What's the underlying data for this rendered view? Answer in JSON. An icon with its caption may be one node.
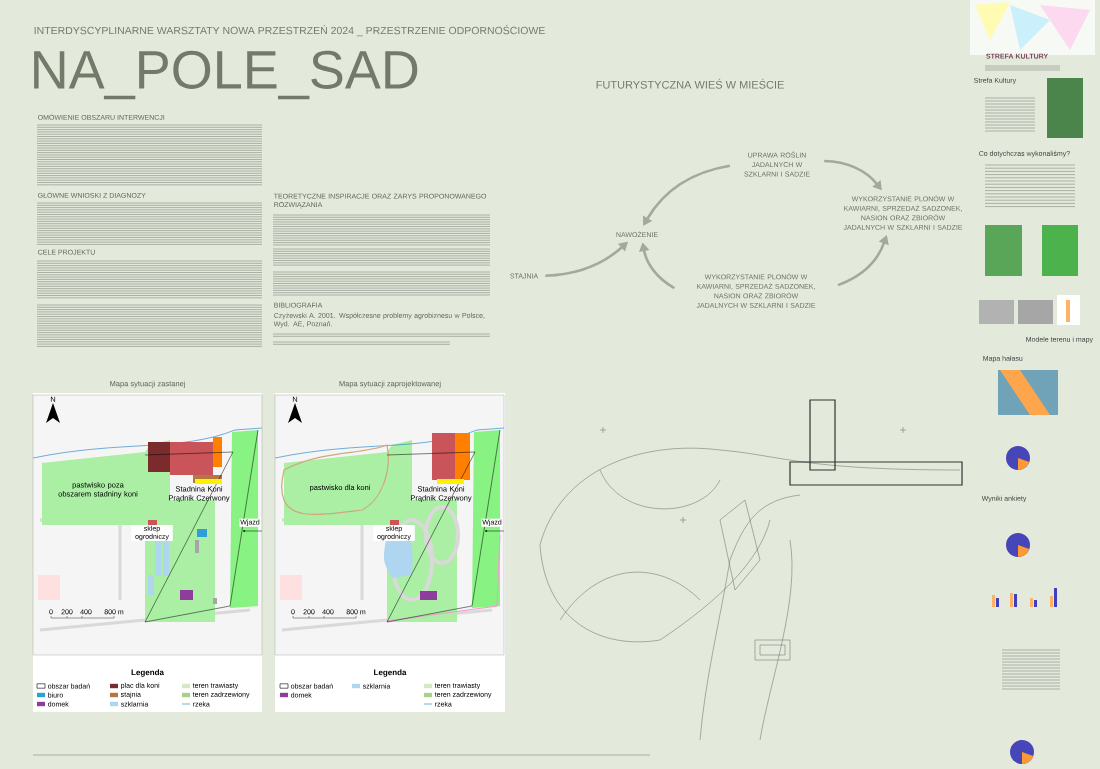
{
  "diagram": {
    "title": "NA_POLE_SAD",
    "nodes": [
      {
        "text": [
          "UPRAWA ROŚLIN JADALNYCH W SZKLARNI I SADZIE"
        ]
      },
      {
        "text": [
          "WYKORZYSTANIE PLONÓW W KAWIARNI, SPRZEDAŻ SADZONEK, NASION ORAZ ZBIORÓW JADALNYCH W SZKLARNI I SADZIE"
        ]
      },
      {
        "text": [
          "NAWOŻENIE"
        ]
      },
      {
        "text": [
          "STAJNIA"
        ]
      },
      {
        "text": [
          "WYKORZYSTANIE PLONÓW W KAWIARNI, SPRZEDAŻ SADZONEK, NASION ORAZ ZBIORÓW JADALNYCH W SZKLARNI I SADZIE"
        ]
      }
    ],
    "edges": [
      {
        "from": 0,
        "to": 2,
        "arrow": "to"
      },
      {
        "from": 0,
        "to": 1,
        "arrow": "to"
      },
      {
        "from": 3,
        "to": 2,
        "arrow": "to"
      },
      {
        "from": 4,
        "to": 2,
        "arrow": "to"
      },
      {
        "from": 4,
        "to": 1,
        "arrow": "to"
      }
    ],
    "labels": [
      "INTERDYSCYPLINARNE WARSZTATY NOWA PRZESTRZEŃ 2024 _ PRZESTRZENIE ODPORNOŚCIOWE",
      "OMÓWIENIE OBSZARU INTERWENCJI",
      "GŁÓWNE WNIOSKI Z DIAGNOZY",
      "CELE PROJEKTU",
      "TEORETYCZNE INSPIRACJE ORAZ ZARYS PROPONOWANEGO ROZWIĄZANIA",
      "BIBLIOGRAFIA",
      "Czyżewski A. 2001. Współczesne problemy agrobiznesu w Polsce, Wyd. AE, Poznań.",
      "FUTURYSTYCZNA WIEŚ W MIEŚCIE",
      "Mapa sytuacji zastanej",
      "Mapa sytuacji zaprojektowanej",
      "N",
      "pastwisko poza obszarem stadniny koni",
      "Stadnina Koni Prądnik Czerwony",
      "sklep ogrodniczy",
      "Wjazd",
      "0",
      "200",
      "400",
      "800 m",
      "N",
      "pastwisko dla koni",
      "Stadnina Koni Prądnik Czerwony",
      "sklep ogrodniczy",
      "Wjazd",
      "0",
      "200",
      "400",
      "800 m",
      "Legenda",
      "Legenda",
      "STREFA KULTURY",
      "Strefa Kultury",
      "Co dotychczas wykonaliśmy?",
      "Modele terenu i mapy",
      "Mapa hałasu",
      "Wyniki ankiety"
    ],
    "legend": [
      {
        "text": "obszar badań"
      },
      {
        "text": "biuro",
        "color": "#2f9fd8"
      },
      {
        "text": "domek",
        "color": "#8e3d9c"
      },
      {
        "text": "plac dla koni",
        "color": "#7b2b2b"
      },
      {
        "text": "stajnia",
        "color": "#b3773f"
      },
      {
        "text": "szklarnia",
        "color": "#aed6f0"
      },
      {
        "text": "teren trawiasty",
        "color": "#d3e8c3"
      },
      {
        "text": "teren zadrzewiony",
        "color": "#a8cf8e"
      },
      {
        "text": "rzeka"
      },
      {
        "text": "obszar badań"
      },
      {
        "text": "domek",
        "color": "#8e3d9c"
      },
      {
        "text": "szklarnia",
        "color": "#aed6f0"
      },
      {
        "text": "teren trawiasty",
        "color": "#d3e8c3"
      },
      {
        "text": "teren zadrzewiony",
        "color": "#a8cf8e"
      },
      {
        "text": "rzeka"
      }
    ]
  }
}
